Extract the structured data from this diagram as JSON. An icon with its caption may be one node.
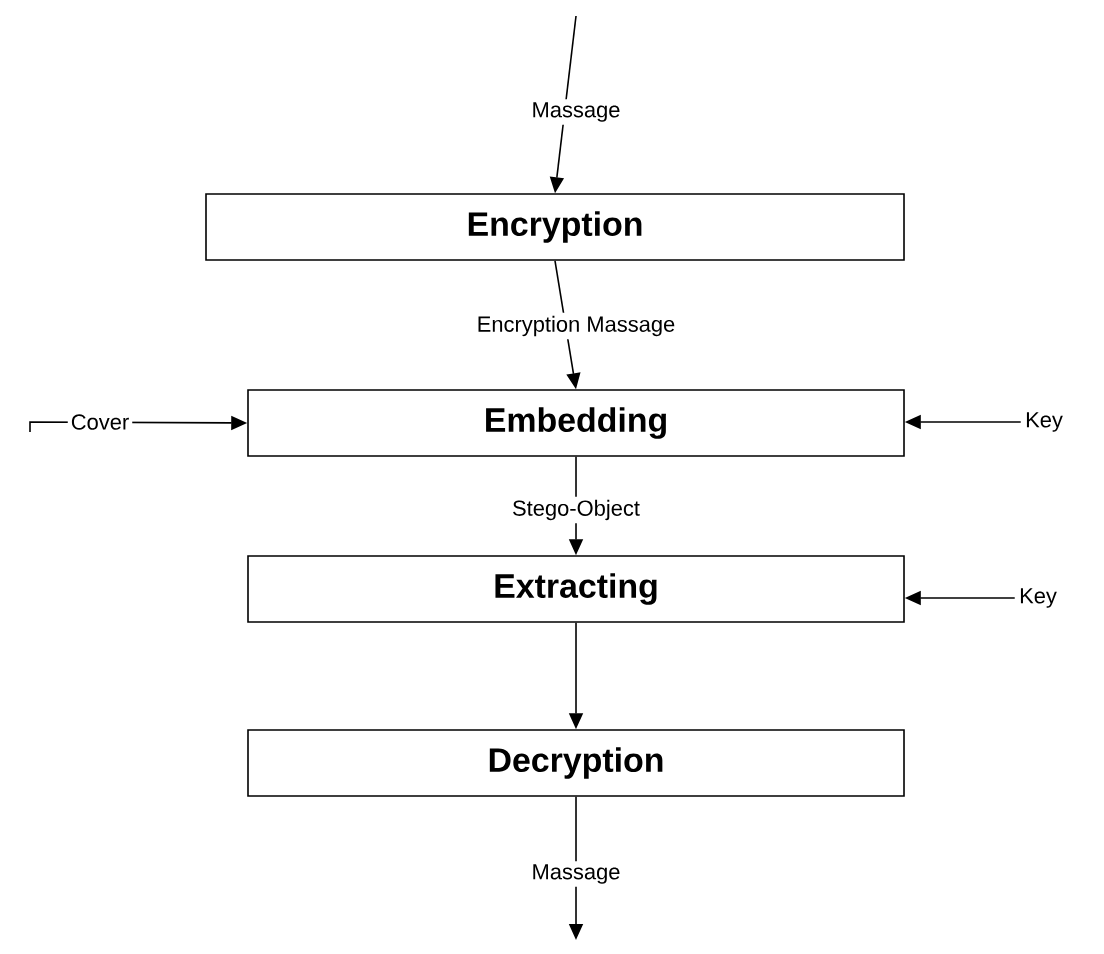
{
  "diagram": {
    "nodes": [
      {
        "text": [
          "Encryption"
        ]
      },
      {
        "text": [
          "Embedding"
        ]
      },
      {
        "text": [
          "Extracting"
        ]
      },
      {
        "text": [
          "Decryption"
        ]
      },
      {
        "text": [
          "Key"
        ]
      },
      {
        "text": [
          "Key"
        ]
      }
    ],
    "edges": [
      {
        "from": null,
        "to": 0,
        "arrow": "to",
        "label": "Massage"
      },
      {
        "from": 0,
        "to": 1,
        "arrow": "to",
        "label": "Encryption Massage"
      },
      {
        "from": null,
        "to": 1,
        "arrow": "to",
        "label": "Cover"
      },
      {
        "from": 4,
        "to": 1,
        "arrow": "to"
      },
      {
        "from": 1,
        "to": 2,
        "arrow": "to",
        "label": "Stego-Object"
      },
      {
        "from": 5,
        "to": 2,
        "arrow": "to"
      },
      {
        "from": 2,
        "to": 3,
        "arrow": "to"
      },
      {
        "from": 3,
        "to": null,
        "arrow": "to",
        "label": "Massage"
      }
    ]
  }
}
